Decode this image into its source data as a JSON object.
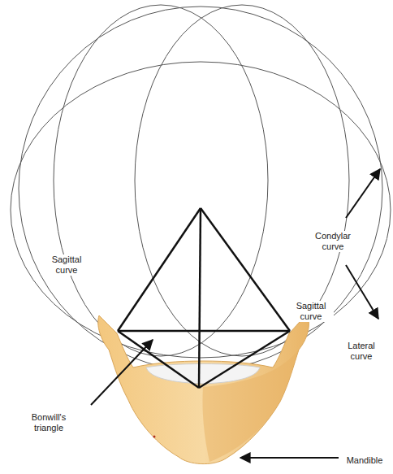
{
  "diagram": {
    "labels": [
      "Condylar curve",
      "Sagittal curve",
      "Sagittal curve",
      "Lateral curve",
      "Bonwill's triangle",
      "Mandible"
    ]
  }
}
